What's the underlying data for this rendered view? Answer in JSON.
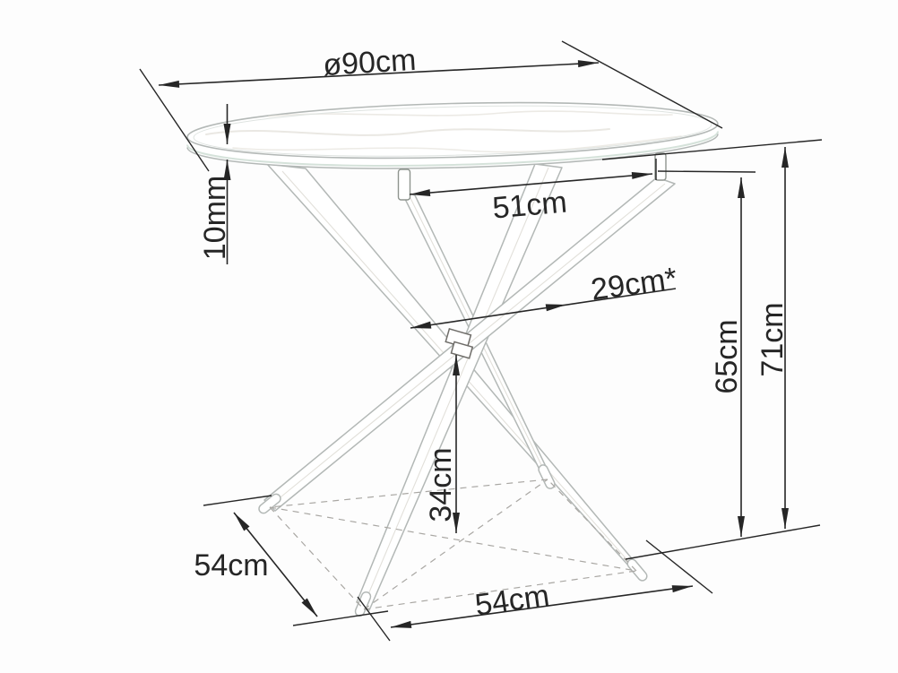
{
  "labels": {
    "diameter": "ø90cm",
    "glass_thickness": "10mm",
    "top_span": "51cm",
    "offset": "29cm*",
    "underside_height": "65cm",
    "total_height": "71cm",
    "crossing_height": "34cm",
    "base_side_left": "54cm",
    "base_side_front": "54cm"
  },
  "colors": {
    "dimension_ink": "#262626",
    "furniture_line": "#b3b8b6",
    "glass_tint": "#d5e2da",
    "dashed_guide": "#a9a7a3",
    "background": "#fdfdfd"
  }
}
